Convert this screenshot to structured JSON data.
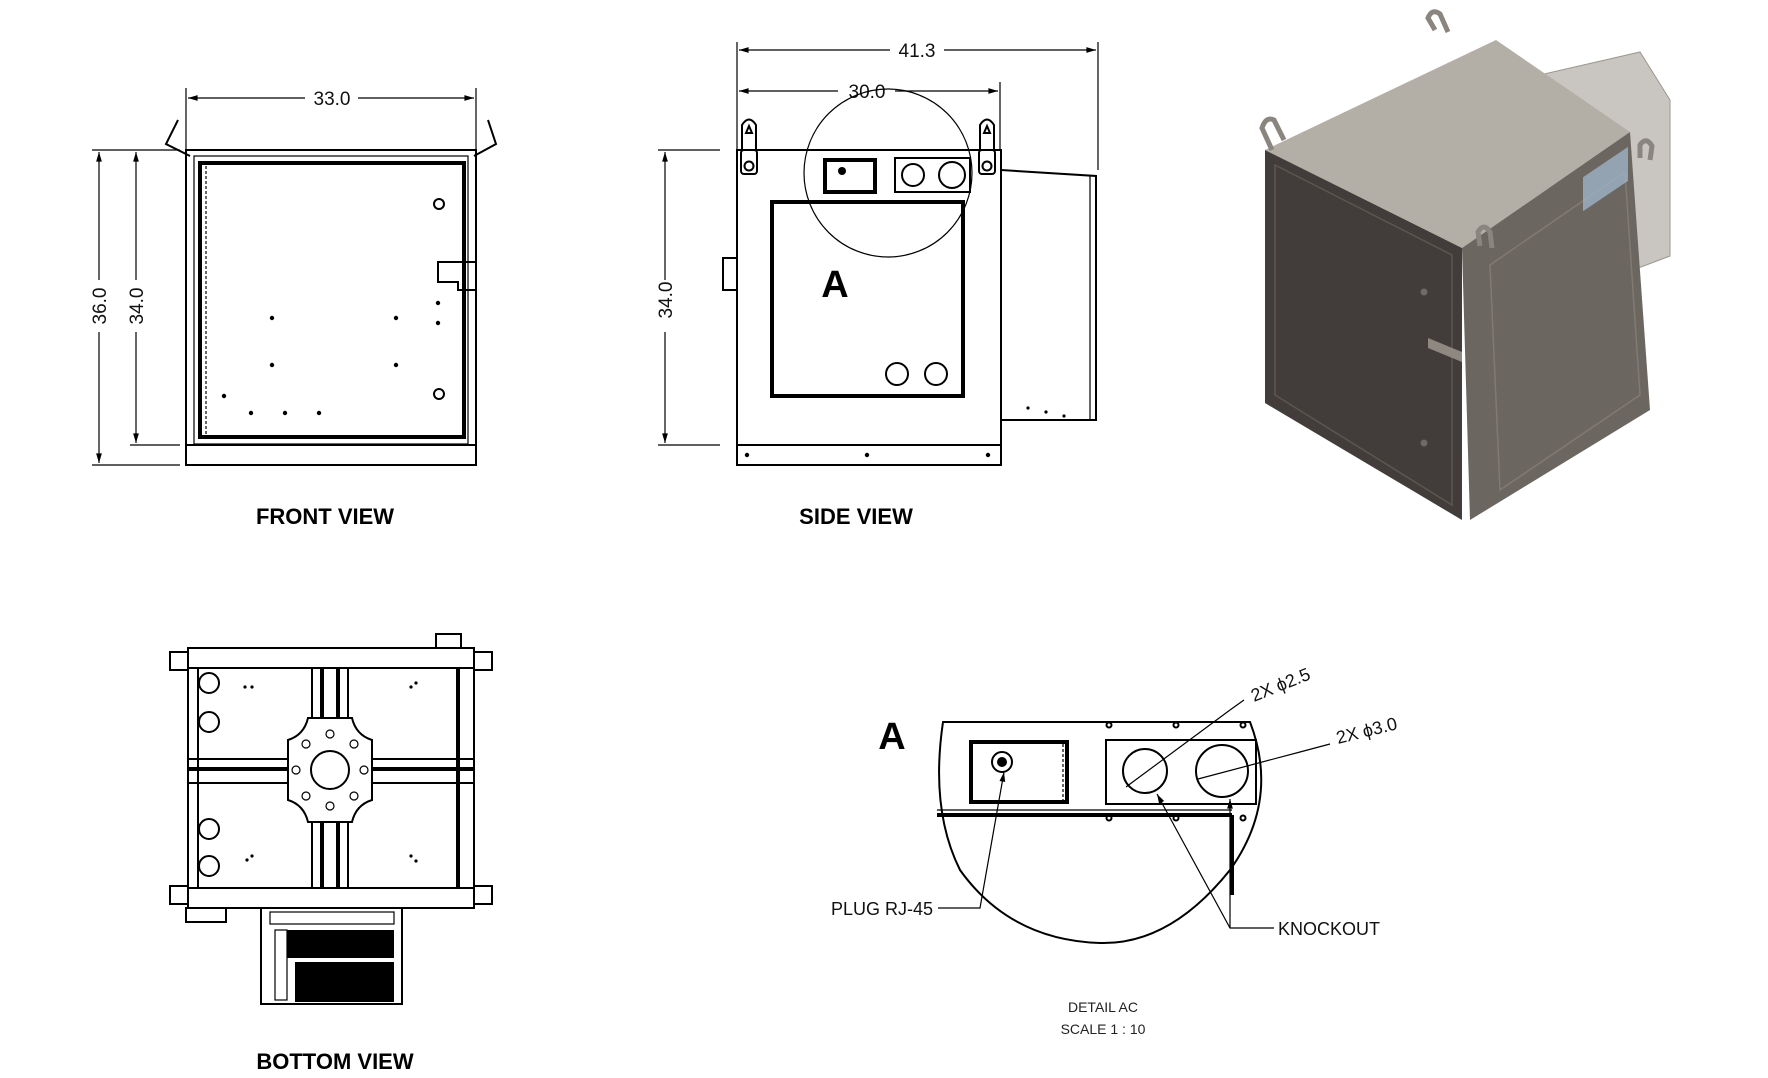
{
  "views": {
    "front": {
      "title": "FRONT VIEW",
      "dims": {
        "width": "33.0",
        "height_total": "36.0",
        "height_body": "34.0"
      }
    },
    "side": {
      "title": "SIDE VIEW",
      "dims": {
        "depth_total": "41.3",
        "depth_body": "30.0",
        "height_body": "34.0"
      },
      "detail_callout": "A"
    },
    "bottom": {
      "title": "BOTTOM VIEW"
    },
    "isometric": {
      "colors": {
        "top": "#b3aea6",
        "front": "#423d3a",
        "side": "#6b6660",
        "unit": "#c9c6c1"
      }
    },
    "detail": {
      "callout": "A",
      "name": "DETAIL AC",
      "scale": "SCALE 1 : 10",
      "annotations": {
        "small_holes": "2X ϕ2.5",
        "large_holes": "2X ϕ3.0",
        "plug": "PLUG RJ-45",
        "knockout": "KNOCKOUT"
      }
    }
  }
}
